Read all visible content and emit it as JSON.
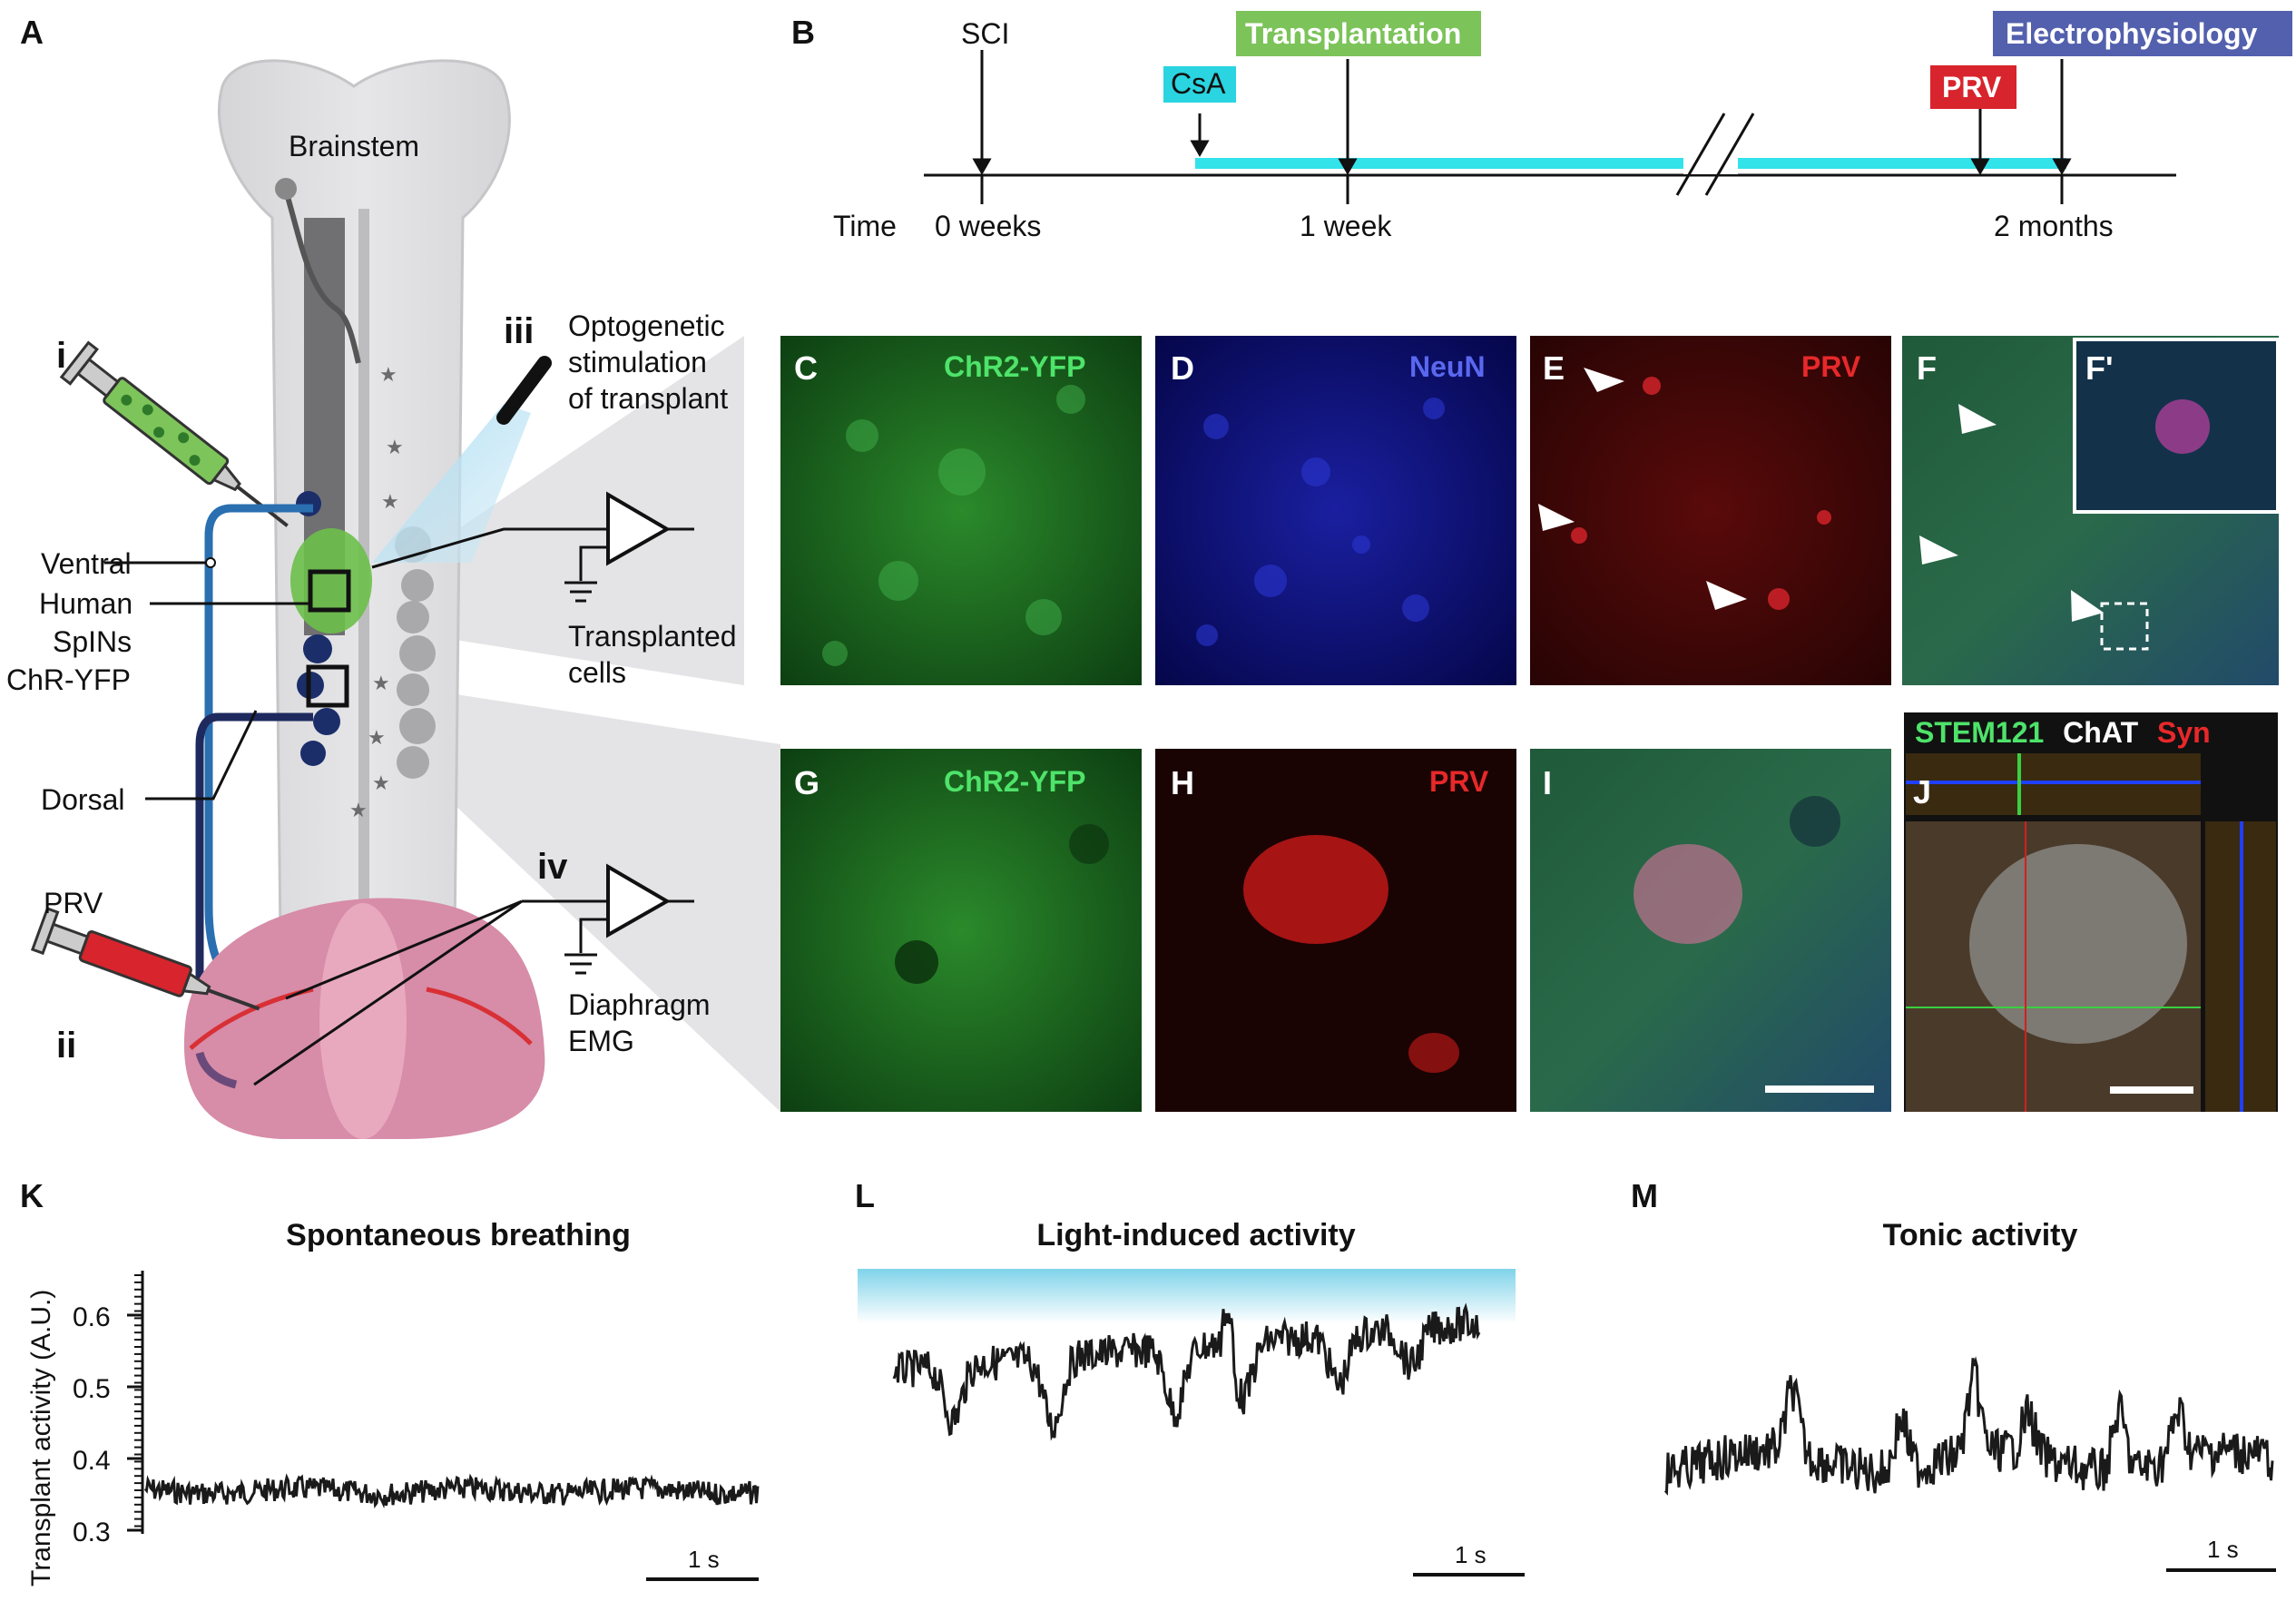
{
  "panel_letters": {
    "A": "A",
    "B": "B",
    "C": "C",
    "D": "D",
    "E": "E",
    "F": "F",
    "F_prime": "F'",
    "G": "G",
    "H": "H",
    "I": "I",
    "J": "J",
    "K": "K",
    "L": "L",
    "M": "M"
  },
  "panel_a": {
    "brainstem": "Brainstem",
    "optogenetic_1": "Optogenetic",
    "optogenetic_2": "stimulation",
    "optogenetic_3": "of transplant",
    "ventral": "Ventral",
    "human_1": "Human",
    "human_2": "SpINs",
    "human_3": "ChR-YFP",
    "dorsal": "Dorsal",
    "prv": "PRV",
    "transplanted_1": "Transplanted",
    "transplanted_2": "cells",
    "diaphragm_1": "Diaphragm",
    "diaphragm_2": "EMG",
    "roman_i": "i",
    "roman_ii": "ii",
    "roman_iii": "iii",
    "roman_iv": "iv"
  },
  "panel_b": {
    "sci": "SCI",
    "csa": "CsA",
    "transplantation": "Transplantation",
    "prv": "PRV",
    "electrophysiology": "Electrophysiology",
    "time": "Time",
    "t0": "0 weeks",
    "t1": "1 week",
    "t2": "2 months"
  },
  "micrographs": {
    "c_label": "ChR2-YFP",
    "d_label": "NeuN",
    "e_label": "PRV",
    "g_label": "ChR2-YFP",
    "h_label": "PRV",
    "j_stem": "STEM121",
    "j_chat": "ChAT",
    "j_syn": "Syn"
  },
  "traces": {
    "k_title": "Spontaneous breathing",
    "l_title": "Light-induced activity",
    "m_title": "Tonic activity",
    "scale": "1 s",
    "y_label": "Transplant activity (A.U.)",
    "y_ticks": [
      "0.6",
      "0.5",
      "0.4",
      "0.3"
    ]
  },
  "colors": {
    "green_label": "#4ee36a",
    "blue_label": "#5a68f0",
    "red_label": "#e8282a",
    "transplantation_box": "#7cc35a",
    "csa_box": "#2ad4e0",
    "prv_box": "#d8242c",
    "electro_box": "#5260ad",
    "cyan_bar": "#33e3ea"
  }
}
